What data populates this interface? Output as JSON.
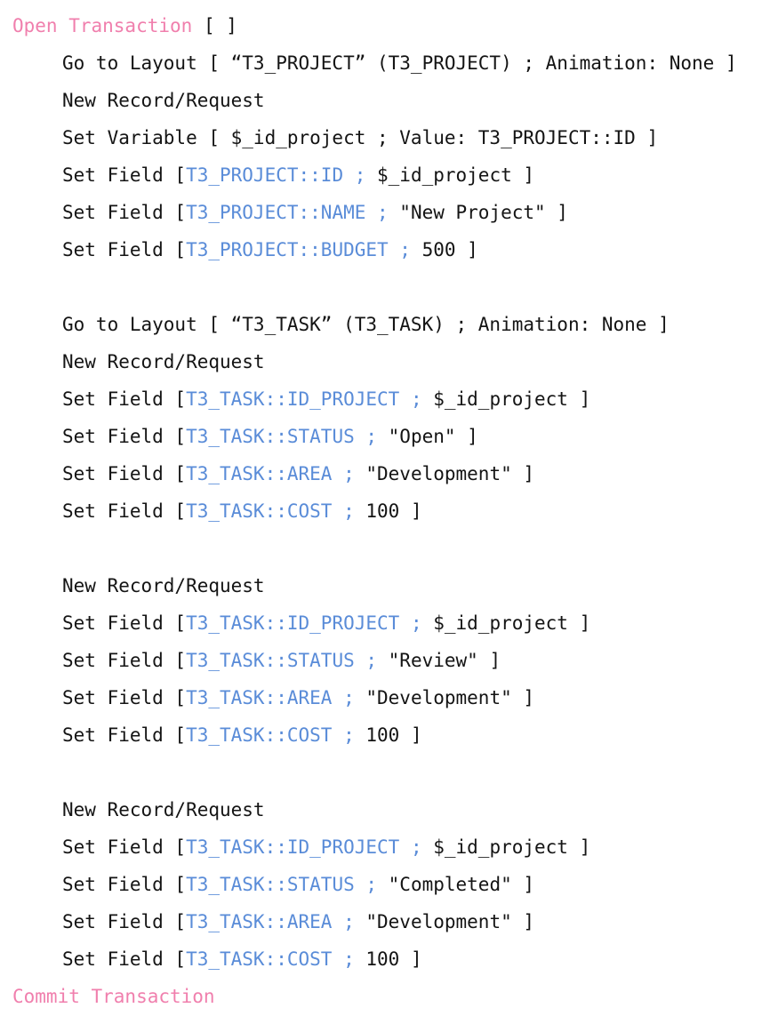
{
  "colors": {
    "keyword_pink": "#f07fad",
    "field_blue": "#5a8cd8",
    "text": "#141414",
    "background": "#ffffff"
  },
  "script": {
    "lines": [
      {
        "indent": 0,
        "segments": [
          {
            "t": "Open Transaction",
            "c": "pink",
            "n": "open-transaction-keyword"
          },
          {
            "t": " [ ]",
            "c": "black",
            "n": "step-arguments"
          }
        ]
      },
      {
        "indent": 1,
        "segments": [
          {
            "t": "Go to Layout [ “T3_PROJECT” (T3_PROJECT) ; Animation: None ]",
            "c": "black",
            "n": "go-to-layout-step"
          }
        ]
      },
      {
        "indent": 1,
        "segments": [
          {
            "t": "New Record/Request",
            "c": "black",
            "n": "new-record-step"
          }
        ]
      },
      {
        "indent": 1,
        "segments": [
          {
            "t": "Set Variable [ $_id_project ; Value: T3_PROJECT::ID ]",
            "c": "black",
            "n": "set-variable-step"
          }
        ]
      },
      {
        "indent": 1,
        "segments": [
          {
            "t": "Set Field [",
            "c": "black",
            "n": "set-field-step"
          },
          {
            "t": "T3_PROJECT::ID ;",
            "c": "blue",
            "n": "field-reference"
          },
          {
            "t": " $_id_project ]",
            "c": "black",
            "n": "field-value"
          }
        ]
      },
      {
        "indent": 1,
        "segments": [
          {
            "t": "Set Field [",
            "c": "black",
            "n": "set-field-step"
          },
          {
            "t": "T3_PROJECT::NAME ;",
            "c": "blue",
            "n": "field-reference"
          },
          {
            "t": " \"New Project\" ]",
            "c": "black",
            "n": "field-value"
          }
        ]
      },
      {
        "indent": 1,
        "segments": [
          {
            "t": "Set Field [",
            "c": "black",
            "n": "set-field-step"
          },
          {
            "t": "T3_PROJECT::BUDGET ;",
            "c": "blue",
            "n": "field-reference"
          },
          {
            "t": " 500 ]",
            "c": "black",
            "n": "field-value"
          }
        ]
      },
      {
        "indent": 1,
        "segments": []
      },
      {
        "indent": 1,
        "segments": [
          {
            "t": "Go to Layout [ “T3_TASK” (T3_TASK) ; Animation: None ]",
            "c": "black",
            "n": "go-to-layout-step"
          }
        ]
      },
      {
        "indent": 1,
        "segments": [
          {
            "t": "New Record/Request",
            "c": "black",
            "n": "new-record-step"
          }
        ]
      },
      {
        "indent": 1,
        "segments": [
          {
            "t": "Set Field [",
            "c": "black",
            "n": "set-field-step"
          },
          {
            "t": "T3_TASK::ID_PROJECT ;",
            "c": "blue",
            "n": "field-reference"
          },
          {
            "t": " $_id_project ]",
            "c": "black",
            "n": "field-value"
          }
        ]
      },
      {
        "indent": 1,
        "segments": [
          {
            "t": "Set Field [",
            "c": "black",
            "n": "set-field-step"
          },
          {
            "t": "T3_TASK::STATUS ;",
            "c": "blue",
            "n": "field-reference"
          },
          {
            "t": " \"Open\" ]",
            "c": "black",
            "n": "field-value"
          }
        ]
      },
      {
        "indent": 1,
        "segments": [
          {
            "t": "Set Field [",
            "c": "black",
            "n": "set-field-step"
          },
          {
            "t": "T3_TASK::AREA ;",
            "c": "blue",
            "n": "field-reference"
          },
          {
            "t": " \"Development\" ]",
            "c": "black",
            "n": "field-value"
          }
        ]
      },
      {
        "indent": 1,
        "segments": [
          {
            "t": "Set Field [",
            "c": "black",
            "n": "set-field-step"
          },
          {
            "t": "T3_TASK::COST ;",
            "c": "blue",
            "n": "field-reference"
          },
          {
            "t": " 100 ]",
            "c": "black",
            "n": "field-value"
          }
        ]
      },
      {
        "indent": 1,
        "segments": []
      },
      {
        "indent": 1,
        "segments": [
          {
            "t": "New Record/Request",
            "c": "black",
            "n": "new-record-step"
          }
        ]
      },
      {
        "indent": 1,
        "segments": [
          {
            "t": "Set Field [",
            "c": "black",
            "n": "set-field-step"
          },
          {
            "t": "T3_TASK::ID_PROJECT ;",
            "c": "blue",
            "n": "field-reference"
          },
          {
            "t": " $_id_project ]",
            "c": "black",
            "n": "field-value"
          }
        ]
      },
      {
        "indent": 1,
        "segments": [
          {
            "t": "Set Field [",
            "c": "black",
            "n": "set-field-step"
          },
          {
            "t": "T3_TASK::STATUS ;",
            "c": "blue",
            "n": "field-reference"
          },
          {
            "t": " \"Review\" ]",
            "c": "black",
            "n": "field-value"
          }
        ]
      },
      {
        "indent": 1,
        "segments": [
          {
            "t": "Set Field [",
            "c": "black",
            "n": "set-field-step"
          },
          {
            "t": "T3_TASK::AREA ;",
            "c": "blue",
            "n": "field-reference"
          },
          {
            "t": " \"Development\" ]",
            "c": "black",
            "n": "field-value"
          }
        ]
      },
      {
        "indent": 1,
        "segments": [
          {
            "t": "Set Field [",
            "c": "black",
            "n": "set-field-step"
          },
          {
            "t": "T3_TASK::COST ;",
            "c": "blue",
            "n": "field-reference"
          },
          {
            "t": " 100 ]",
            "c": "black",
            "n": "field-value"
          }
        ]
      },
      {
        "indent": 1,
        "segments": []
      },
      {
        "indent": 1,
        "segments": [
          {
            "t": "New Record/Request",
            "c": "black",
            "n": "new-record-step"
          }
        ]
      },
      {
        "indent": 1,
        "segments": [
          {
            "t": "Set Field [",
            "c": "black",
            "n": "set-field-step"
          },
          {
            "t": "T3_TASK::ID_PROJECT ;",
            "c": "blue",
            "n": "field-reference"
          },
          {
            "t": " $_id_project ]",
            "c": "black",
            "n": "field-value"
          }
        ]
      },
      {
        "indent": 1,
        "segments": [
          {
            "t": "Set Field [",
            "c": "black",
            "n": "set-field-step"
          },
          {
            "t": "T3_TASK::STATUS ;",
            "c": "blue",
            "n": "field-reference"
          },
          {
            "t": " \"Completed\" ]",
            "c": "black",
            "n": "field-value"
          }
        ]
      },
      {
        "indent": 1,
        "segments": [
          {
            "t": "Set Field [",
            "c": "black",
            "n": "set-field-step"
          },
          {
            "t": "T3_TASK::AREA ;",
            "c": "blue",
            "n": "field-reference"
          },
          {
            "t": " \"Development\" ]",
            "c": "black",
            "n": "field-value"
          }
        ]
      },
      {
        "indent": 1,
        "segments": [
          {
            "t": "Set Field [",
            "c": "black",
            "n": "set-field-step"
          },
          {
            "t": "T3_TASK::COST ;",
            "c": "blue",
            "n": "field-reference"
          },
          {
            "t": " 100 ]",
            "c": "black",
            "n": "field-value"
          }
        ]
      },
      {
        "indent": 0,
        "segments": [
          {
            "t": "Commit Transaction",
            "c": "pink",
            "n": "commit-transaction-keyword"
          }
        ]
      }
    ]
  }
}
